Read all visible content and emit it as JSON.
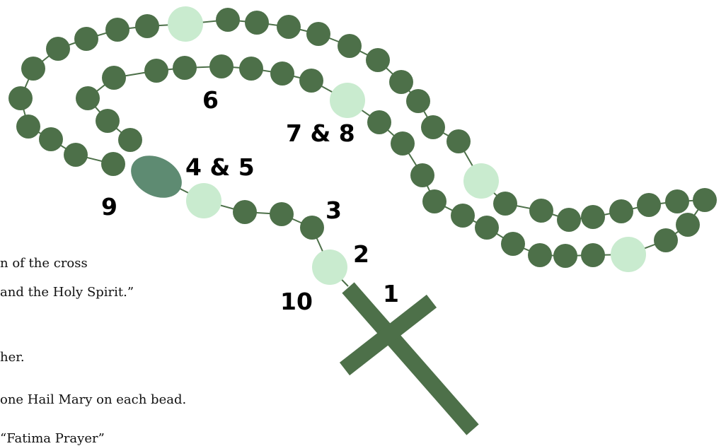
{
  "colors": {
    "bead_dark": "#4d7049",
    "bead_light": "#c9ebcf",
    "medal": "#5e8b72",
    "cord": "#4d7049",
    "cross": "#4d7049"
  },
  "icons": {
    "cross": "crucifix-icon",
    "medal": "center-medal-icon"
  },
  "step_labels": {
    "s1": "1",
    "s2": "2",
    "s3": "3",
    "s4_5": "4 & 5",
    "s6": "6",
    "s7_8": "7 & 8",
    "s9": "9",
    "s10": "10"
  },
  "instructions": {
    "line1": "n of the cross",
    "line2": "and the Holy Spirit.”",
    "line3": "her.",
    "line4": "one Hail Mary on each bead.",
    "line5": "“Fatima Prayer”"
  }
}
